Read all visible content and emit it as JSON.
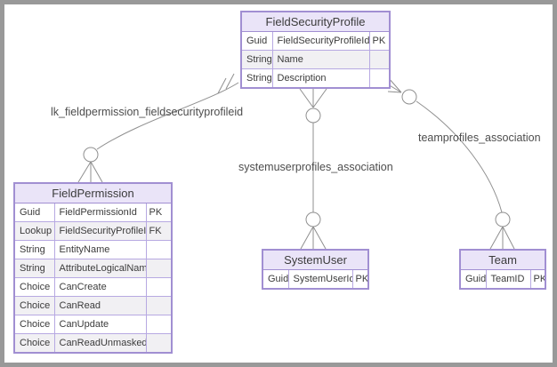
{
  "diagram": {
    "type": "entity-relationship-diagram",
    "entities": {
      "fieldSecurityProfile": {
        "title": "FieldSecurityProfile",
        "rows": [
          [
            "Guid",
            "FieldSecurityProfileId",
            "PK"
          ],
          [
            "String",
            "Name",
            ""
          ],
          [
            "String",
            "Description",
            ""
          ]
        ]
      },
      "fieldPermission": {
        "title": "FieldPermission",
        "rows": [
          [
            "Guid",
            "FieldPermissionId",
            "PK"
          ],
          [
            "Lookup",
            "FieldSecurityProfileId",
            "FK"
          ],
          [
            "String",
            "EntityName",
            ""
          ],
          [
            "String",
            "AttributeLogicalName",
            ""
          ],
          [
            "Choice",
            "CanCreate",
            ""
          ],
          [
            "Choice",
            "CanRead",
            ""
          ],
          [
            "Choice",
            "CanUpdate",
            ""
          ],
          [
            "Choice",
            "CanReadUnmasked",
            ""
          ]
        ]
      },
      "systemUser": {
        "title": "SystemUser",
        "rows": [
          [
            "Guid",
            "SystemUserId",
            "PK"
          ]
        ]
      },
      "team": {
        "title": "Team",
        "rows": [
          [
            "Guid",
            "TeamID",
            "PK"
          ]
        ]
      }
    },
    "relationships": [
      {
        "label": "lk_fieldpermission_fieldsecurityprofileid",
        "from": "FieldSecurityProfile",
        "to": "FieldPermission",
        "from_cardinality": "exactly-one",
        "to_cardinality": "zero-or-many"
      },
      {
        "label": "systemuserprofiles_association",
        "from": "FieldSecurityProfile",
        "to": "SystemUser",
        "from_cardinality": "zero-or-many",
        "to_cardinality": "zero-or-many"
      },
      {
        "label": "teamprofiles_association",
        "from": "FieldSecurityProfile",
        "to": "Team",
        "from_cardinality": "zero-or-many",
        "to_cardinality": "zero-or-many"
      }
    ],
    "colors": {
      "entity_border": "#a18fd2",
      "entity_header_fill": "#eae4f8",
      "row_alt_fill": "#f1f0f3",
      "relationship_line": "#8f8f8f",
      "frame_border": "#999999",
      "table_text": "#3b3b3b",
      "label_text": "#4d4d4d"
    }
  }
}
